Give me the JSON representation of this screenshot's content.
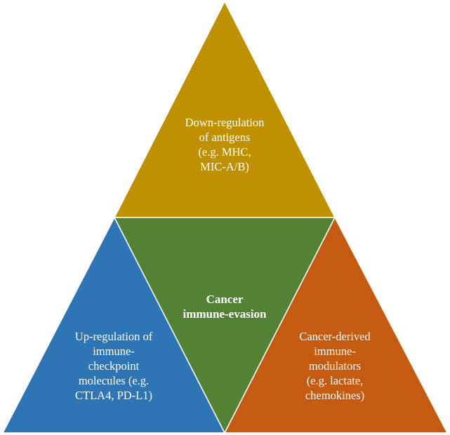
{
  "colors": {
    "top": "#bf9000",
    "left": "#2e75b6",
    "center": "#548235",
    "right": "#c55a11",
    "text": "#ffffff"
  },
  "triangles": {
    "top": {
      "lines": [
        "Down-regulation",
        "of antigens",
        "(e.g. MHC,",
        "MIC-A/B)"
      ]
    },
    "left": {
      "lines": [
        "Up-regulation of",
        "immune-",
        "checkpoint",
        "molecules (e.g.",
        "CTLA4, PD-L1)"
      ]
    },
    "center": {
      "lines": [
        "Cancer",
        "immune-evasion"
      ]
    },
    "right": {
      "lines": [
        "Cancer-derived",
        "immune-",
        "modulators",
        "(e.g. lactate,",
        "chemokines)"
      ]
    }
  }
}
